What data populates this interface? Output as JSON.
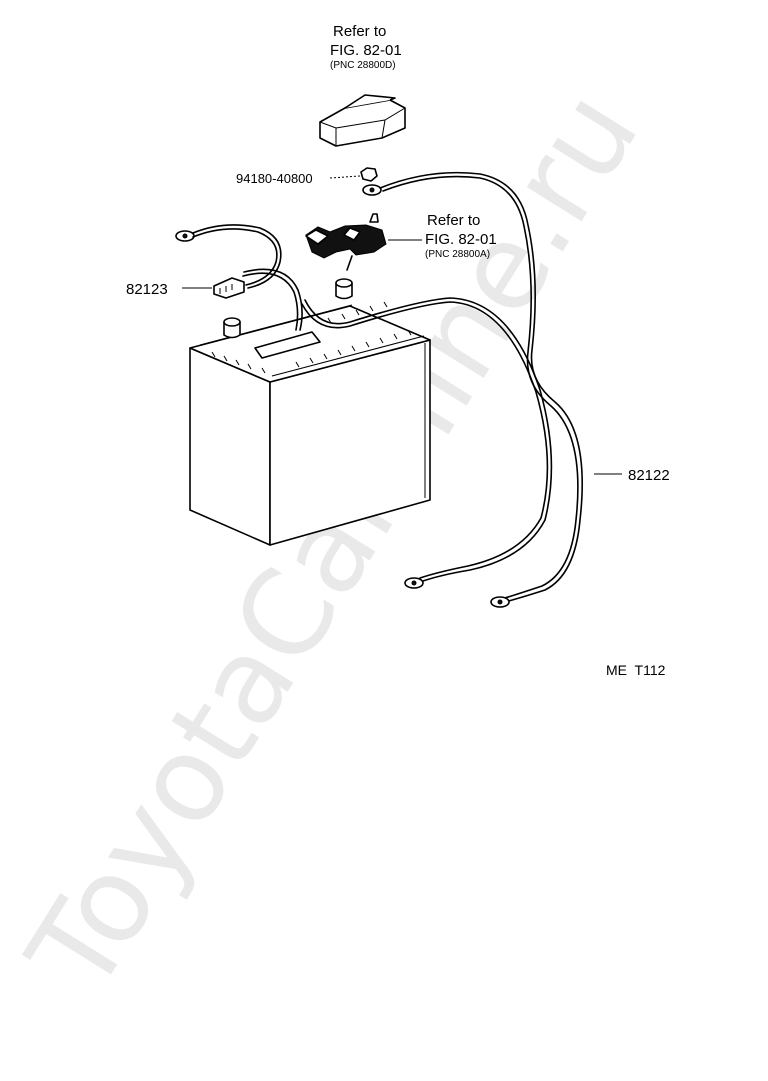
{
  "watermark": "ToyotaCarMine.ru",
  "callouts": {
    "terminal_cover": {
      "line1": "Refer to",
      "line2": "FIG. 82-01",
      "line3": "(PNC 28800D)"
    },
    "terminal_clamp": {
      "line1": "Refer to",
      "line2": "FIG. 82-01",
      "line3": "(PNC 28800A)"
    }
  },
  "part_labels": {
    "nut": "94180-40800",
    "negative_cable": "82123",
    "positive_cable": "82122"
  },
  "figure_code": "ME  T112"
}
